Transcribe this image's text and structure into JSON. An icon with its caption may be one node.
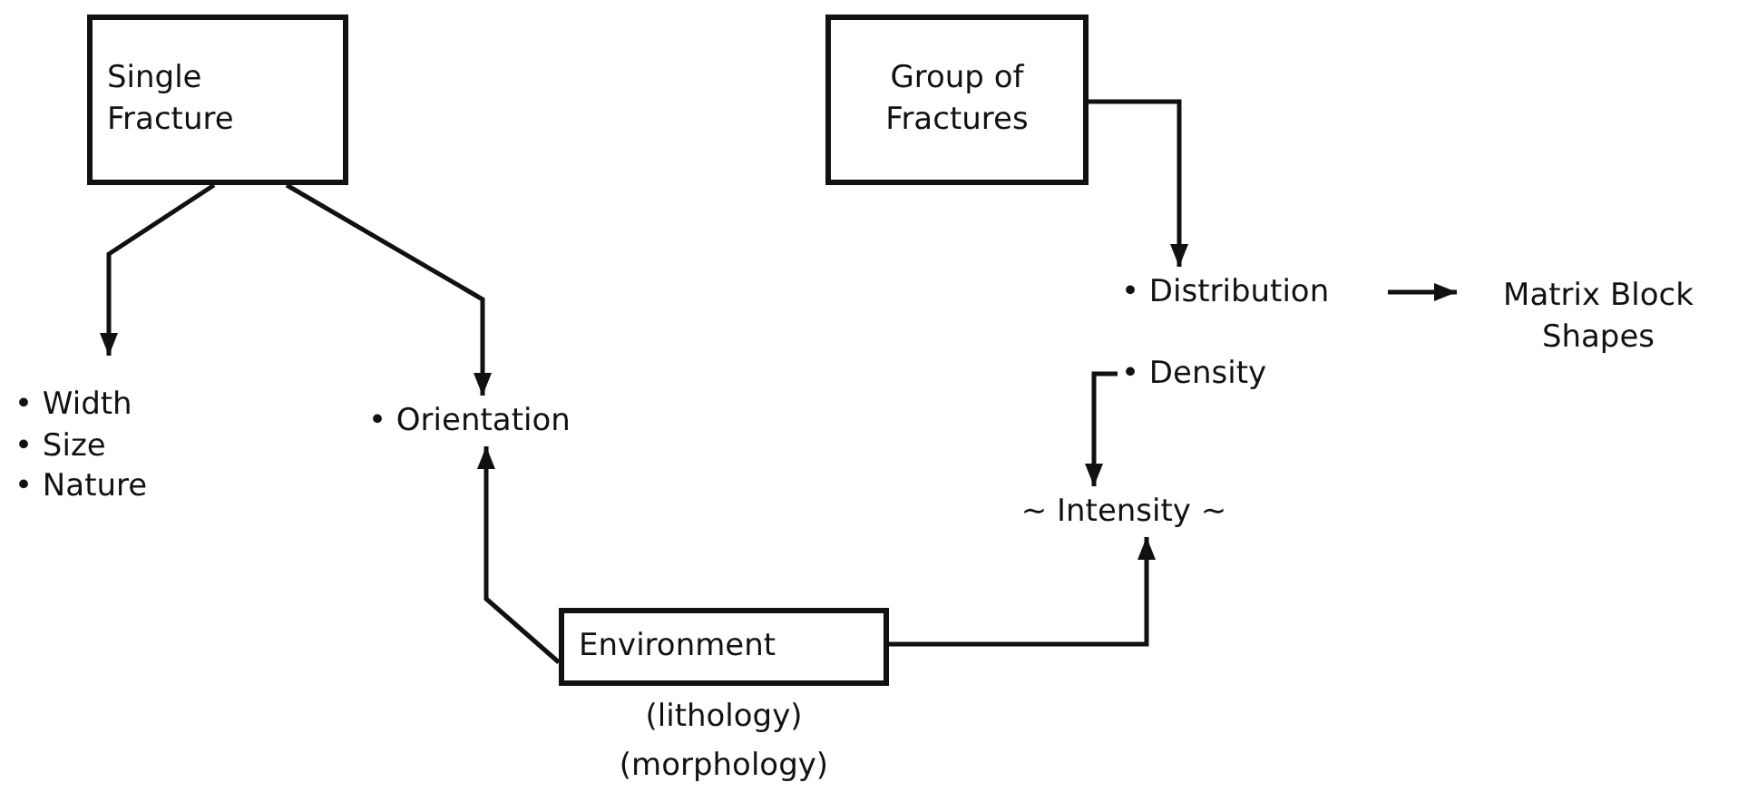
{
  "diagram": {
    "nodes": [
      {
        "text": [
          "Single Fracture"
        ]
      },
      {
        "text": [
          "Group of Fractures"
        ]
      },
      {
        "text": [
          "• Width",
          "• Size",
          "• Nature"
        ]
      },
      {
        "text": [
          "• Orientation"
        ]
      },
      {
        "text": [
          "• Distribution"
        ]
      },
      {
        "text": [
          "Matrix Block Shapes"
        ]
      },
      {
        "text": [
          "• Density"
        ]
      },
      {
        "text": [
          "∼ Intensity ∼"
        ]
      },
      {
        "text": [
          "Environment"
        ],
        "beside": [
          "(lithology)",
          "(morphology)"
        ]
      }
    ],
    "edges": [
      {
        "from": 0,
        "to": 2,
        "arrow": "to"
      },
      {
        "from": 0,
        "to": 3,
        "arrow": "to"
      },
      {
        "from": 1,
        "to": 4,
        "arrow": "to"
      },
      {
        "from": 4,
        "to": 5,
        "arrow": "to"
      },
      {
        "from": 6,
        "to": 7,
        "arrow": "to"
      },
      {
        "from": 8,
        "to": 3,
        "arrow": "to"
      },
      {
        "from": 8,
        "to": 7,
        "arrow": "to"
      }
    ]
  }
}
